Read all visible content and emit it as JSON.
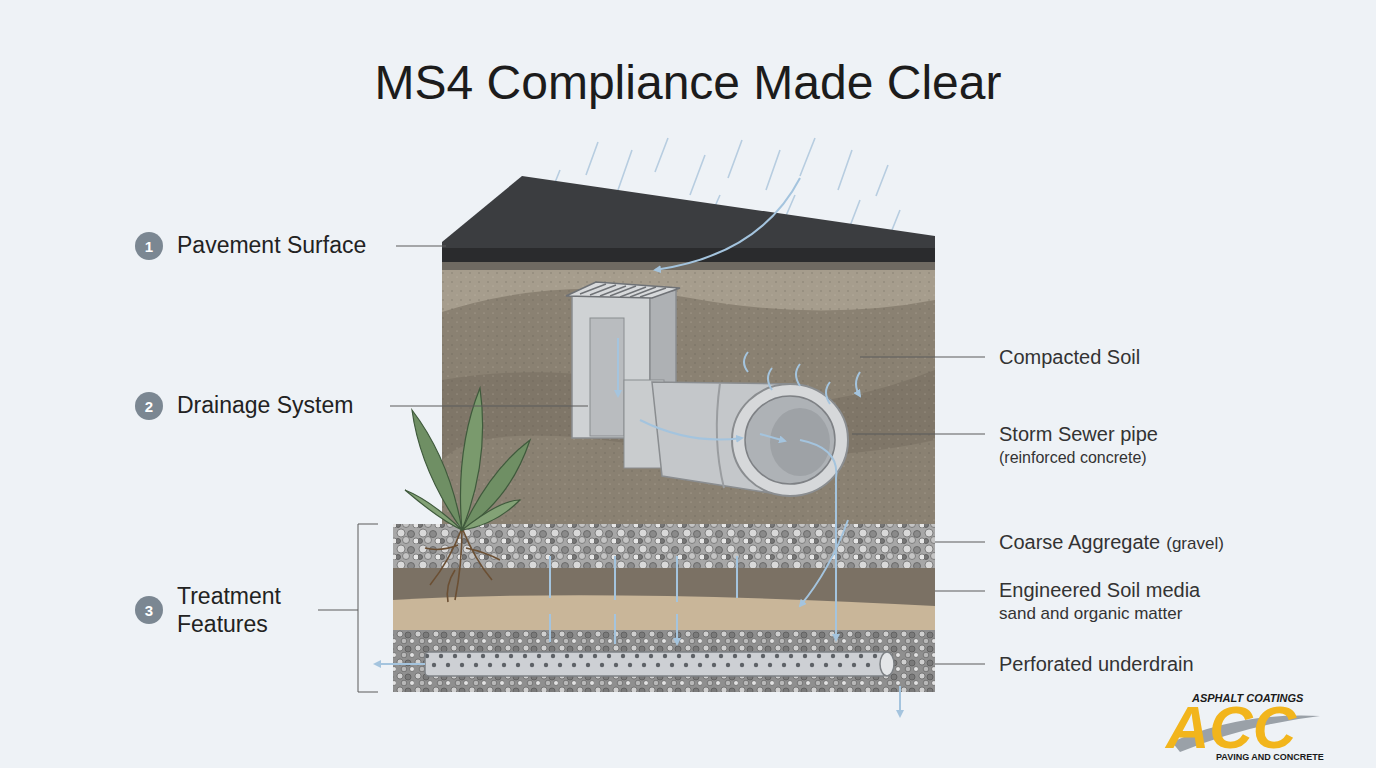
{
  "diagram": {
    "title": "MS4 Compliance Made Clear",
    "nodes": [
      {
        "text": [
          "1"
        ]
      },
      {
        "text": [
          "2"
        ]
      },
      {
        "text": [
          "3"
        ]
      }
    ],
    "labels": [
      "Pavement Surface",
      "Drainage System",
      "Treatment Features",
      "Compacted Soil",
      "Storm Sewer pipe",
      "(reinforced concrete)",
      "Coarse Aggregate",
      "(gravel)",
      "Engineered Soil media",
      "sand and organic matter",
      "Perforated underdrain",
      "ASPHALT COATINGS",
      "ACC",
      "PAVING AND CONCRETE"
    ]
  }
}
